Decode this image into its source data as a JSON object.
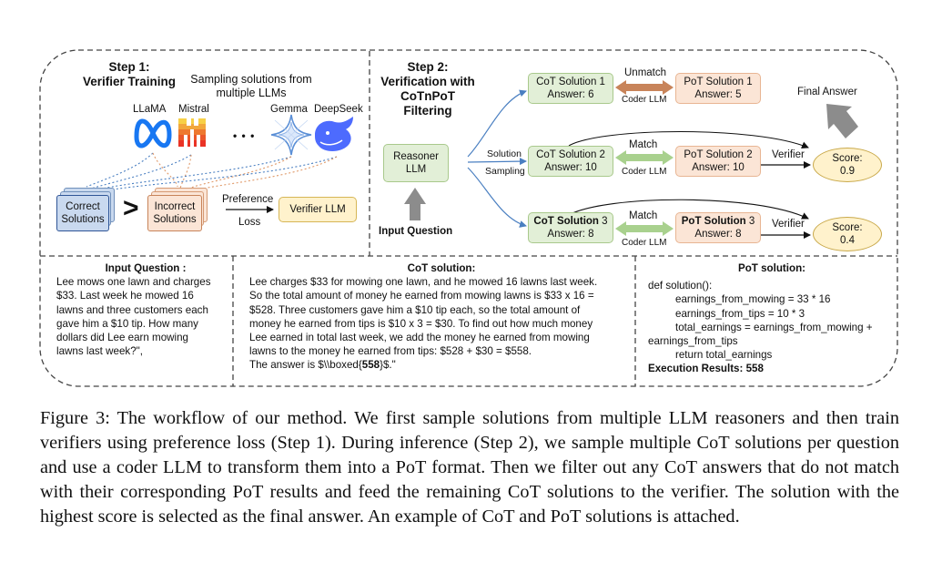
{
  "step1": {
    "title_line1": "Step 1:",
    "title_line2": "Verifier Training",
    "sampling_line1": "Sampling solutions from",
    "sampling_line2": "multiple LLMs",
    "models": [
      "LLaMA",
      "Mistral",
      "Gemma",
      "DeepSeek"
    ],
    "ellipsis": "• • •",
    "correct_line1": "Correct",
    "correct_line2": "Solutions",
    "greater": ">",
    "incorrect_line1": "Incorrect",
    "incorrect_line2": "Solutions",
    "preference": "Preference",
    "loss": "Loss",
    "verifier_llm": "Verifier LLM"
  },
  "step2": {
    "title_line1": "Step 2:",
    "title_line2": "Verification with",
    "title_line3": "CoTnPoT Filtering",
    "reasoner_line1": "Reasoner",
    "reasoner_line2": "LLM",
    "input_question": "Input Question",
    "solution": "Solution",
    "sampling": "Sampling",
    "cot1_line1": "CoT Solution 1",
    "cot1_line2": "Answer: 6",
    "cot2_line1": "CoT Solution 2",
    "cot2_line2": "Answer: 10",
    "cot3_bold": "CoT Solution",
    "cot3_num": " 3",
    "cot3_line2": "Answer: 8",
    "unmatch": "Unmatch",
    "match": "Match",
    "coder_llm": "Coder LLM",
    "pot1_line1": "PoT Solution 1",
    "pot1_line2": "Answer: 5",
    "pot2_line1": "PoT Solution 2",
    "pot2_line2": "Answer: 10",
    "pot3_bold": "PoT Solution",
    "pot3_num": " 3",
    "pot3_line2": "Answer: 8",
    "verifier": "Verifier",
    "final_answer": "Final Answer",
    "score_label": "Score:",
    "score1": "0.9",
    "score2": "0.4"
  },
  "input_panel": {
    "title": "Input Question :",
    "lines": [
      "Lee mows one lawn and charges",
      "$33. Last week he mowed 16",
      "lawns and three customers each",
      "gave him a $10 tip. How many",
      "dollars did Lee earn mowing",
      "lawns last week?\","
    ]
  },
  "cot_panel": {
    "title": "CoT solution:",
    "lines": [
      "Lee charges $33 for mowing one lawn, and he mowed 16 lawns last week.",
      "So the total amount of money he earned from mowing lawns is $33 x 16 =",
      "$528. Three customers gave him a $10 tip each, so the total amount of",
      "money he earned from tips is $10 x 3 = $30. To find out how much money",
      "Lee earned in total last week, we add the money he earned from mowing",
      "lawns to the money he earned from tips: $528 + $30 = $558."
    ],
    "answer_prefix": "The answer is $\\\\boxed{",
    "answer_value": "558",
    "answer_suffix": "}$.\""
  },
  "pot_panel": {
    "title": "PoT solution:",
    "lines": [
      "def solution():",
      "earnings_from_mowing = 33 * 16",
      "earnings_from_tips = 10 * 3",
      "total_earnings = earnings_from_mowing +",
      "earnings_from_tips",
      "return total_earnings"
    ],
    "exec_label": "Execution Results: 558"
  },
  "caption": "Figure 3: The workflow of our method. We first sample solutions from multiple LLM reasoners and then train verifiers using preference loss (Step 1). During inference (Step 2), we sample multiple CoT solutions per question and use a coder LLM to transform them into a PoT format. Then we filter out any CoT answers that do not match with their corresponding PoT results and feed the remaining CoT solutions to the verifier. The solution with the highest score is selected as the final answer. An example of CoT and PoT solutions is attached.",
  "colors": {
    "green_fill": "#e2efd7",
    "peach_fill": "#fbe5d6",
    "yellow_fill": "#fff2cc",
    "blue_stack": "#c9d9ef",
    "orange_arrow": "#c8845a",
    "green_arrow": "#a9d18e",
    "gray_arrow": "#808080",
    "link_blue": "#4a7fc1"
  }
}
